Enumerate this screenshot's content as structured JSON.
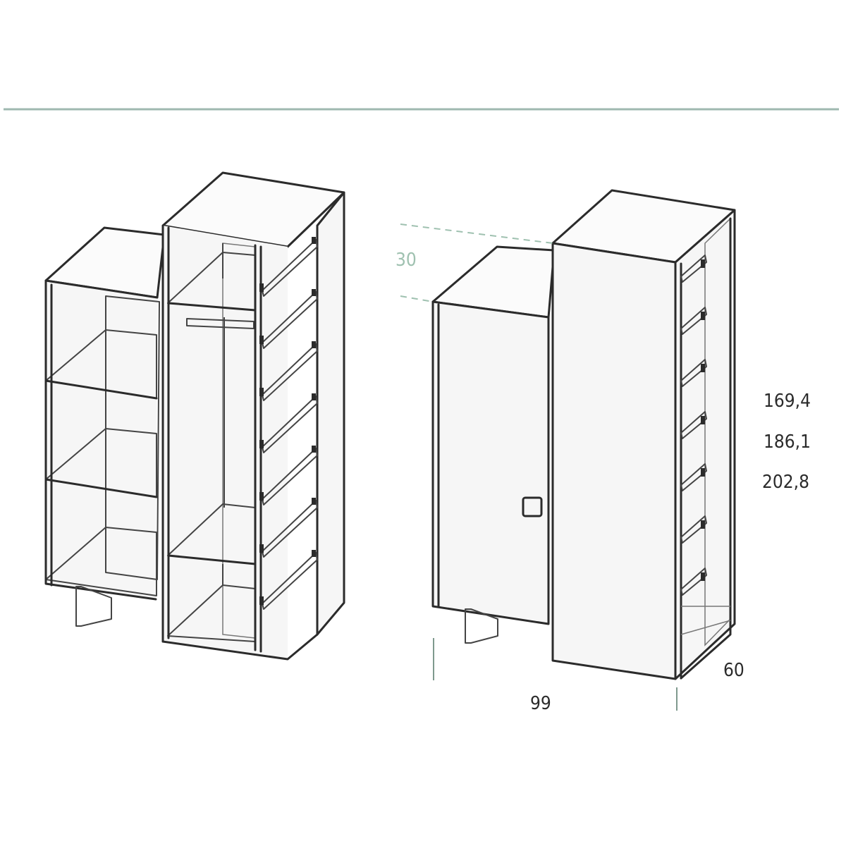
{
  "dimensions": {
    "offset": "30",
    "width": "99",
    "depth": "60",
    "heights": [
      "169,4",
      "186,1",
      "202,8"
    ]
  },
  "colors": {
    "rule": "#9fb8b0",
    "outline": "#2b2b2b",
    "offset_label": "#9fc1b0",
    "ticks": "#7f9a8e"
  }
}
